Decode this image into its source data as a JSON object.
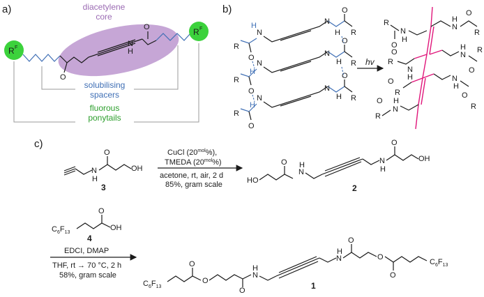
{
  "panels": {
    "a": "a)",
    "b": "b)",
    "c": "c)"
  },
  "colors": {
    "core": "#c6a6d6",
    "core_text": "#9b6bb3",
    "spacer": "#3f6fb5",
    "ponytail": "#2c9e2c",
    "ponytail_fill": "#3cd23c",
    "polymer": "#e0157a"
  },
  "panel_a": {
    "core_label_1": "diacetylene",
    "core_label_2": "core",
    "rf_symbol": "R",
    "rf_sup": "F",
    "spacer_label_1": "solubilising",
    "spacer_label_2": "spacers",
    "ponytail_label_1": "fluorous",
    "ponytail_label_2": "ponytails",
    "atom_o": "O",
    "atom_n": "N",
    "atom_h": "H"
  },
  "panel_b": {
    "arrow_label": "hv",
    "atom_r": "R",
    "atom_o": "O",
    "atom_n": "N",
    "atom_h": "H"
  },
  "panel_c": {
    "reagent_1": "CuCl (20",
    "reagent_1_sup": "mol",
    "reagent_1_end": "%),",
    "reagent_2": "TMEDA (20",
    "reagent_2_sup": "mol",
    "reagent_2_end": "%)",
    "cond_1": "acetone, rt, air, 2 d",
    "cond_2": "85%, gram scale",
    "cmpd_3": "3",
    "cmpd_2": "2",
    "cmpd_4": "4",
    "cmpd_1": "1",
    "c6f13_c": "C",
    "c6f13_6": "6",
    "c6f13_f": "F",
    "c6f13_13": "13",
    "reagent_3": "EDCI, DMAP",
    "cond_3": "THF, rt → 70 °C, 2 h",
    "cond_4": "58%, gram scale",
    "atom_o": "O",
    "atom_oh": "OH",
    "atom_ho": "HO",
    "atom_h": "H",
    "atom_n": "N"
  }
}
